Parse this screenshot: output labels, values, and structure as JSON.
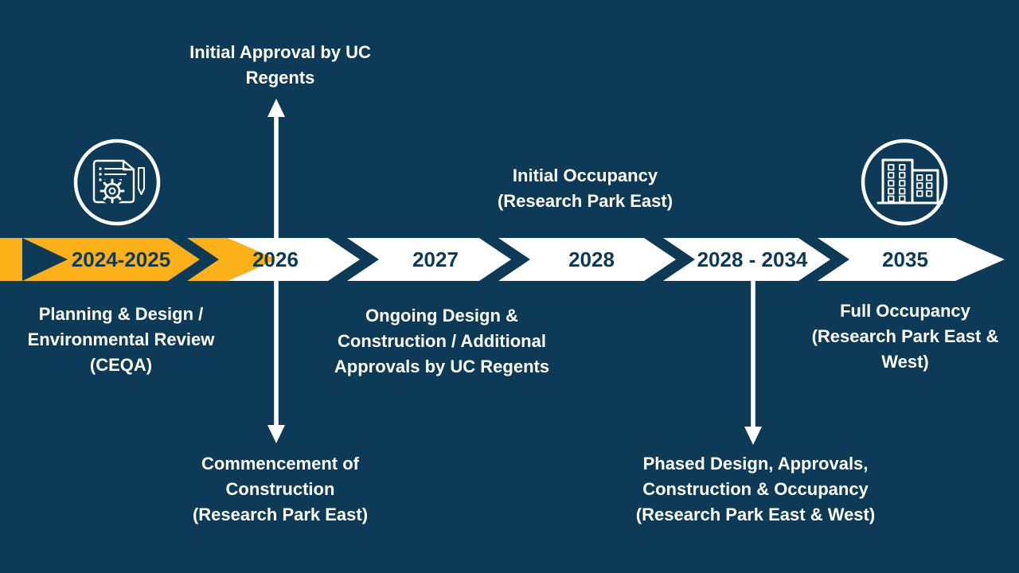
{
  "colors": {
    "background": "#0D3A56",
    "highlight_gold": "#FBB117",
    "ribbon_white": "#FFFFFF",
    "navy_text": "#0D3A56",
    "label_white": "#FFFFFF"
  },
  "timeline": {
    "segments": [
      {
        "year": "2024-2025",
        "highlighted": true,
        "note_below": "Planning & Design /\nEnvironmental Review\n(CEQA)"
      },
      {
        "year": "2026",
        "highlighted": false,
        "note_above": "Initial Approval by UC\nRegents",
        "note_bottom": "Commencement of\nConstruction\n(Research Park East)"
      },
      {
        "year": "2027",
        "highlighted": false,
        "note_below": "Ongoing Design &\nConstruction / Additional\nApprovals by UC Regents"
      },
      {
        "year": "2028",
        "highlighted": false,
        "note_above": "Initial Occupancy\n(Research Park East)"
      },
      {
        "year": "2028 - 2034",
        "highlighted": false,
        "note_bottom": "Phased Design, Approvals,\nConstruction & Occupancy\n(Research Park East & West)"
      },
      {
        "year": "2035",
        "highlighted": false,
        "note_below": "Full Occupancy\n(Research Park East &\nWest)"
      }
    ]
  },
  "icons": {
    "left": "document-review-icon",
    "right": "buildings-icon"
  }
}
